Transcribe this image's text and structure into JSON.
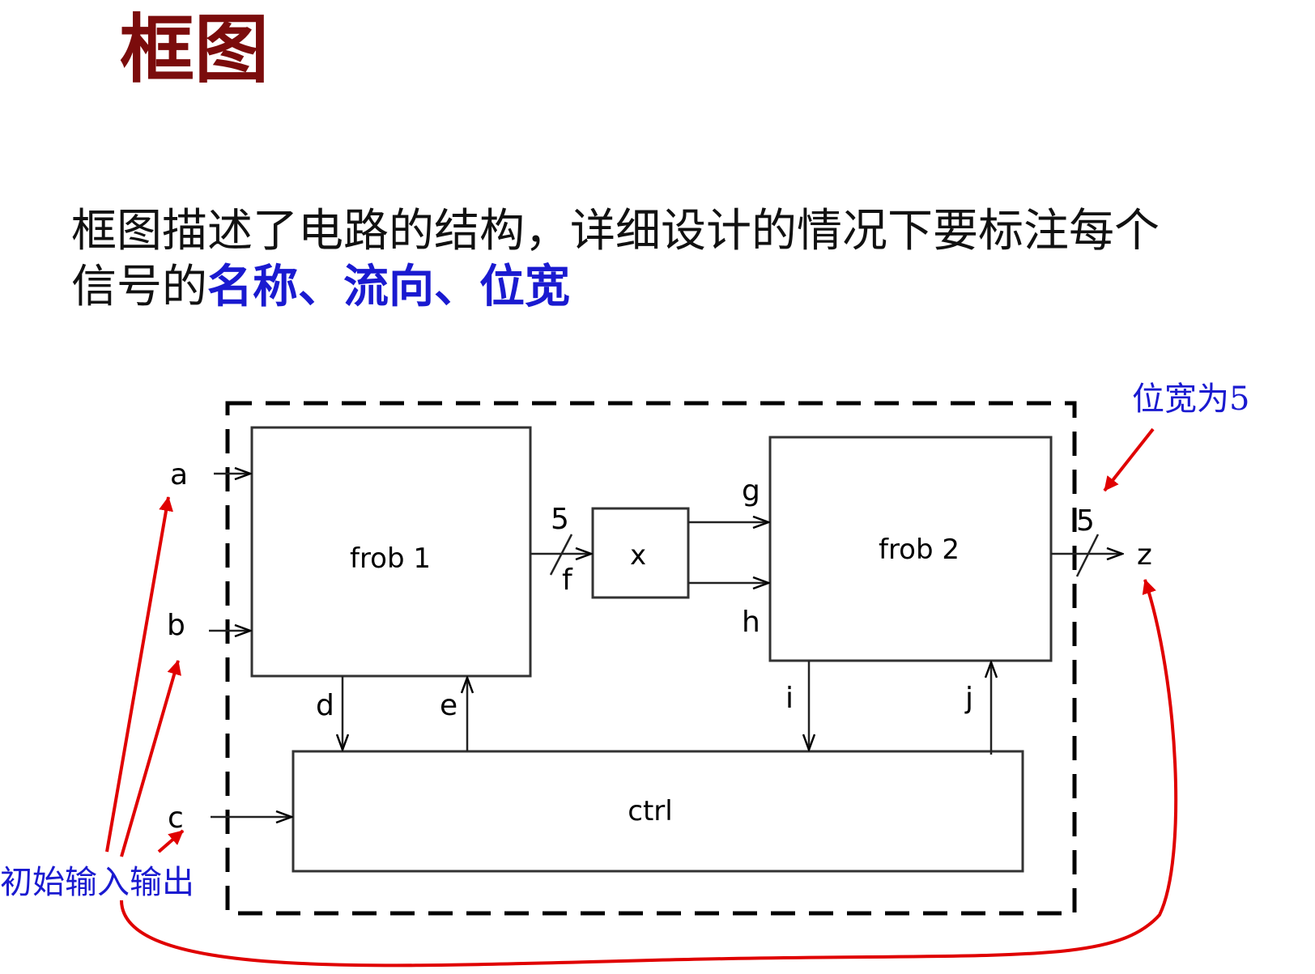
{
  "title": "框图",
  "description": {
    "line1": "框图描述了电路的结构，详细设计的情况下要标注每个",
    "line2_prefix": "信号的",
    "line2_highlight": "名称、流向、位宽"
  },
  "diagram": {
    "blocks": {
      "frob1": "frob 1",
      "x": "x",
      "frob2": "frob 2",
      "ctrl": "ctrl"
    },
    "signals": {
      "a": "a",
      "b": "b",
      "c": "c",
      "d": "d",
      "e": "e",
      "f": "f",
      "g": "g",
      "h": "h",
      "i": "i",
      "j": "j",
      "z": "z"
    },
    "bus_widths": {
      "f": "5",
      "z": "5"
    },
    "annotations": {
      "width_note": "位宽为5",
      "io_note": "初始输入输出"
    },
    "colors": {
      "annotation_text": "#1a1ad0",
      "annotation_arrow": "#e00000",
      "title": "#7b0c0c"
    }
  }
}
